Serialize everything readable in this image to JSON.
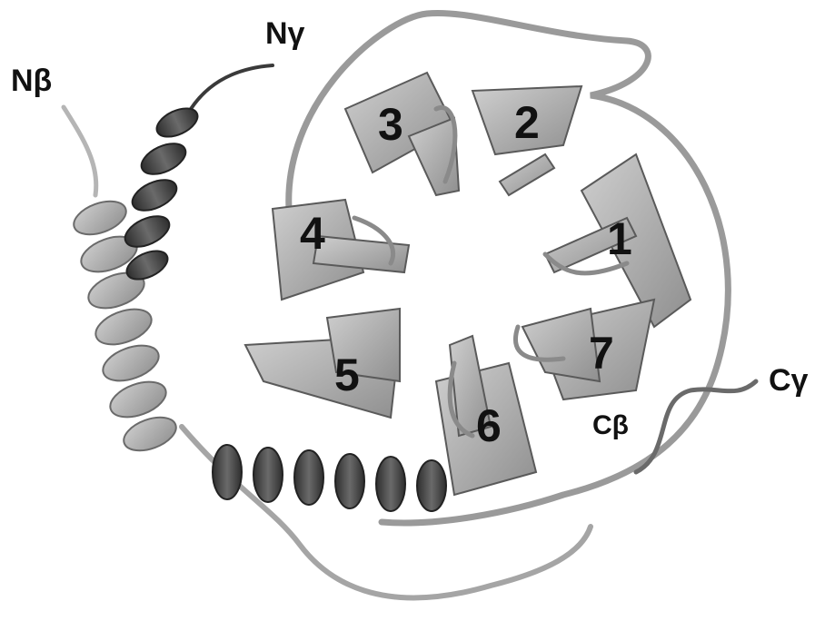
{
  "figure": {
    "terminus_labels": {
      "n_beta": "Nβ",
      "n_gamma": "Nγ",
      "c_beta": "Cβ",
      "c_gamma": "Cγ"
    },
    "blade_labels": [
      "1",
      "2",
      "3",
      "4",
      "5",
      "6",
      "7"
    ],
    "colors": {
      "beta_subunit": "#b0b0b0",
      "beta_subunit_shade": "#8c8c8c",
      "gamma_subunit": "#4a4a4a",
      "outline": "#555555",
      "label_text": "#111111"
    }
  }
}
